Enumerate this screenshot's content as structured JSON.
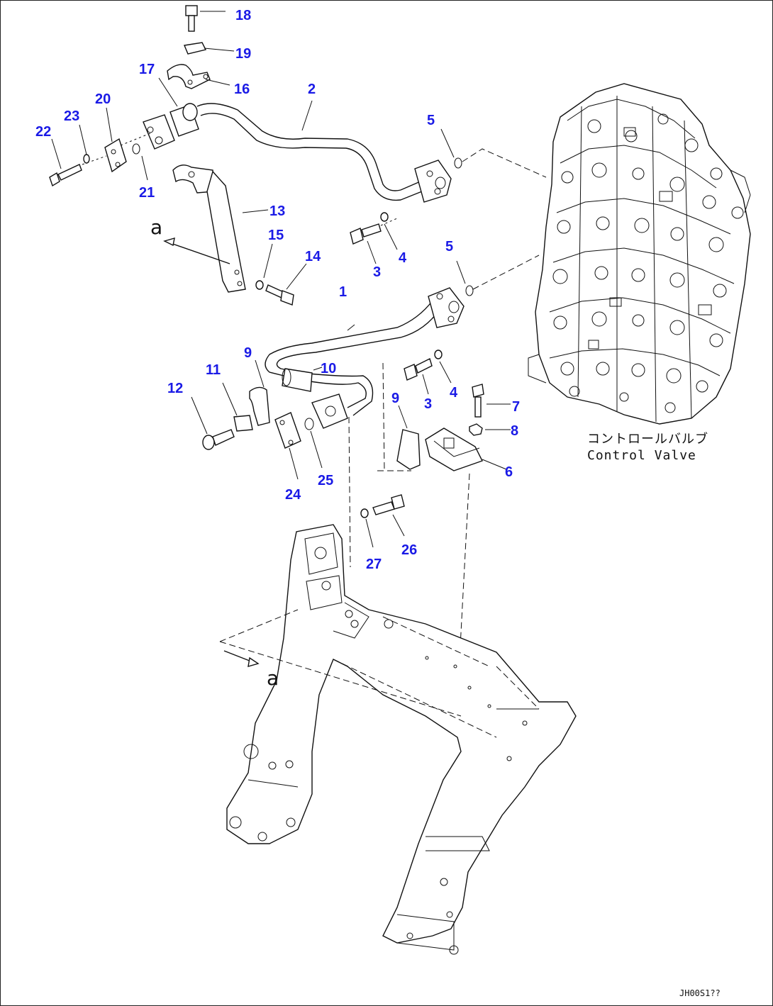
{
  "callouts": [
    "18",
    "19",
    "16",
    "17",
    "2",
    "20",
    "23",
    "22",
    "21",
    "5",
    "13",
    "15",
    "14",
    "3",
    "4",
    "5",
    "1",
    "9",
    "10",
    "11",
    "12",
    "3",
    "4",
    "7",
    "8",
    "9",
    "6",
    "24",
    "25",
    "26",
    "27"
  ],
  "valve_label": {
    "jp": "コントロールバルブ",
    "en": "Control Valve"
  },
  "view_marker": {
    "top": "a",
    "bottom": "a"
  },
  "drawing_code": "JH00S1??"
}
